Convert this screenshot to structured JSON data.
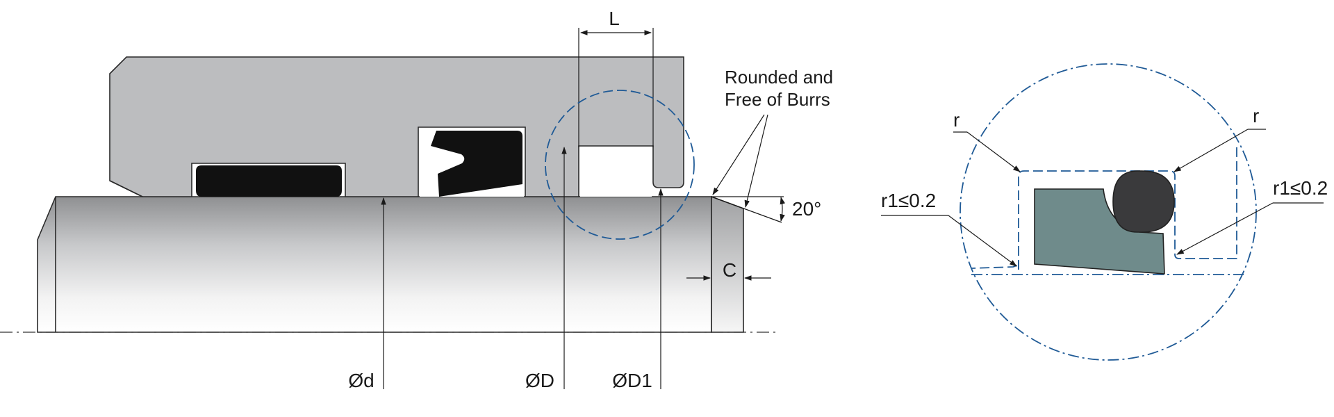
{
  "labels": {
    "L": "L",
    "rounded_line1": "Rounded and",
    "rounded_line2": "Free of Burrs",
    "angle": "20°",
    "C": "C",
    "d": "Ød",
    "D": "ØD",
    "D1": "ØD1",
    "r_left": "r",
    "r_right": "r",
    "r1_left": "r1≤0.2",
    "r1_right": "r1≤0.2"
  },
  "colors": {
    "housing": "#bcbdbf",
    "seal_black": "#111111",
    "seal_detail": "#6f8b8b",
    "oring_detail": "#3a3a3c",
    "detail_circle": "#1f5a96"
  }
}
